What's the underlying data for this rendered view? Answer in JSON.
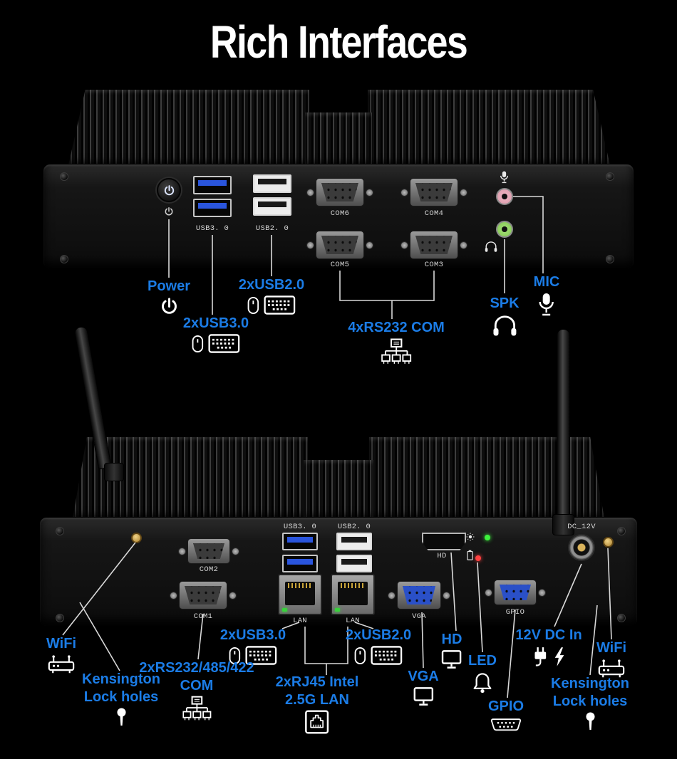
{
  "title": "Rich Interfaces",
  "colors": {
    "background": "#000000",
    "accent": "#1b7ce6",
    "title_text": "#ffffff",
    "panel_text": "#d8d8d8",
    "callout_line": "#d8d8d8",
    "usb3_tongue": "#2a55dd",
    "vga_blue": "#2a50c8",
    "led_green": "#3df23d",
    "led_red": "#ff4040",
    "jack_pink": "#f2b9c6",
    "jack_green": "#abe77d"
  },
  "front": {
    "panel": {
      "usb3": "USB3. 0",
      "usb2": "USB2. 0",
      "com6": "COM6",
      "com4": "COM4",
      "com5": "COM5",
      "com3": "COM3"
    },
    "callouts": {
      "power": "Power",
      "usb3": "2xUSB3.0",
      "usb2": "2xUSB2.0",
      "rs232": "4xRS232 COM",
      "spk": "SPK",
      "mic": "MIC"
    }
  },
  "rear": {
    "panel": {
      "usb3": "USB3. 0",
      "usb2": "USB2. 0",
      "com2": "COM2",
      "com1": "COM1",
      "lan_left": "LAN",
      "lan_right": "LAN",
      "hd": "HD",
      "vga": "VGA",
      "gpio": "GPIO",
      "dc": "DC_12V"
    },
    "callouts": {
      "usb3": "2xUSB3.0",
      "usb2": "2xUSB2.0",
      "hd": "HD",
      "led": "LED",
      "dc": "12V DC In",
      "wifi_left": "WiFi",
      "wifi_right": "WiFi",
      "kensington_line1": "Kensington",
      "kensington_line2": "Lock holes",
      "rs232_line1": "2xRS232/485/422",
      "rs232_line2": "COM",
      "lan_line1": "2xRJ45 Intel",
      "lan_line2": "2.5G LAN",
      "vga": "VGA",
      "gpio": "GPIO"
    }
  }
}
